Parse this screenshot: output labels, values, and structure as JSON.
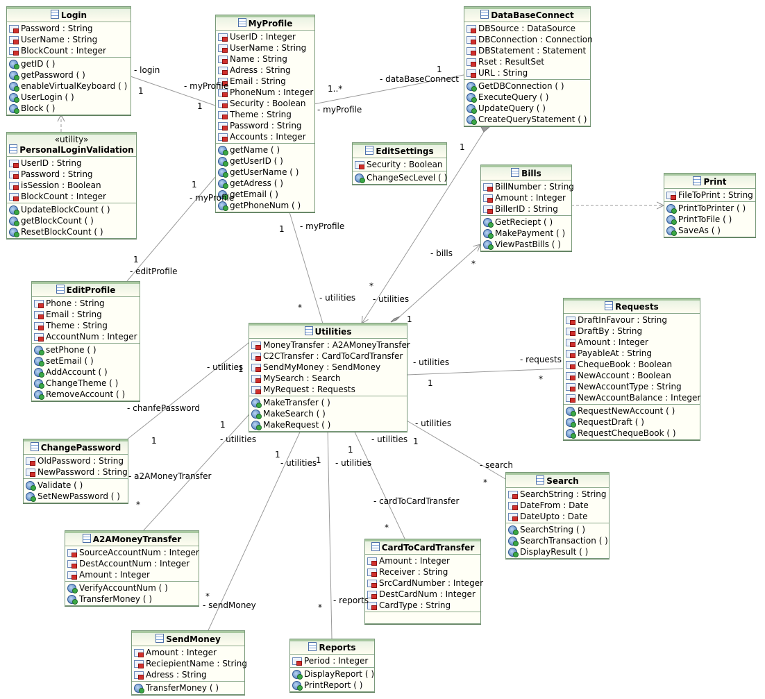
{
  "classes": {
    "login": {
      "name": "Login",
      "attributes": [
        "Password : String",
        "UserName : String",
        "BlockCount : Integer"
      ],
      "operations": [
        "getID ( )",
        "getPassword ( )",
        "enableVirtualKeyboard ( )",
        "UserLogin ( )",
        "Block ( )"
      ]
    },
    "plv": {
      "stereotype": "«utility»",
      "name": "PersonalLoginValidation",
      "attributes": [
        "UserID : String",
        "Password : String",
        "isSession : Boolean",
        "BlockCount : Integer"
      ],
      "operations": [
        "UpdateBlockCount ( )",
        "getBlockCount ( )",
        "ResetBlockCount ( )"
      ]
    },
    "myprofile": {
      "name": "MyProfile",
      "attributes": [
        "UserID : Integer",
        "UserName : String",
        "Name : String",
        "Adress : String",
        "Email : String",
        "PhoneNum : Integer",
        "Security : Boolean",
        "Theme : String",
        "Password : String",
        "Accounts : Integer"
      ],
      "operations": [
        "getName ( )",
        "getUserID ( )",
        "getUserName ( )",
        "getAdress ( )",
        "getEmail ( )",
        "getPhoneNum ( )"
      ]
    },
    "dbconnect": {
      "name": "DataBaseConnect",
      "attributes": [
        "DBSource : DataSource",
        "DBConnection : Connection",
        "DBStatement : Statement",
        "Rset : ResultSet",
        "URL : String"
      ],
      "operations": [
        "GetDBConnection ( )",
        "ExecuteQuery ( )",
        "UpdateQuery ( )",
        "CreateQueryStatement ( )"
      ]
    },
    "editsettings": {
      "name": "EditSettings",
      "attributes": [
        "Security : Boolean"
      ],
      "operations": [
        "ChangeSecLevel ( )"
      ]
    },
    "bills": {
      "name": "Bills",
      "attributes": [
        "BillNumber : String",
        "Amount : Integer",
        "BillerID : String"
      ],
      "operations": [
        "GetReciept ( )",
        "MakePayment ( )",
        "ViewPastBills ( )"
      ]
    },
    "print": {
      "name": "Print",
      "attributes": [
        "FileToPrint : String"
      ],
      "operations": [
        "PrintToPrinter ( )",
        "PrintToFile ( )",
        "SaveAs ( )"
      ]
    },
    "editprofile": {
      "name": "EditProfile",
      "attributes": [
        "Phone : String",
        "Email : String",
        "Theme : String",
        "AccountNum : Integer"
      ],
      "operations": [
        "setPhone ( )",
        "setEmail ( )",
        "AddAccount ( )",
        "ChangeTheme ( )",
        "RemoveAccount ( )"
      ]
    },
    "utilities": {
      "name": "Utilities",
      "attributes": [
        "MoneyTransfer : A2AMoneyTransfer",
        "C2CTransfer : CardToCardTransfer",
        "SendMyMoney : SendMoney",
        "MySearch : Search",
        "MyRequest : Requests"
      ],
      "operations": [
        "MakeTransfer ( )",
        "MakeSearch ( )",
        "MakeRequest ( )"
      ]
    },
    "requests": {
      "name": "Requests",
      "attributes": [
        "DraftInFavour : String",
        "DraftBy : String",
        "Amount : Integer",
        "PayableAt : String",
        "ChequeBook : Boolean",
        "NewAccount : Boolean",
        "NewAccountType : String",
        "NewAccountBalance : Integer"
      ],
      "operations": [
        "RequestNewAccount ( )",
        "RequestDraft ( )",
        "RequestChequeBook ( )"
      ]
    },
    "changepassword": {
      "name": "ChangePassword",
      "attributes": [
        "OldPassword : String",
        "NewPassword : String"
      ],
      "operations": [
        "Validate ( )",
        "SetNewPassword ( )"
      ]
    },
    "a2a": {
      "name": "A2AMoneyTransfer",
      "attributes": [
        "SourceAccountNum : Integer",
        "DestAccountNum : Integer",
        "Amount : Integer"
      ],
      "operations": [
        "VerifyAccountNum ( )",
        "TransferMoney ( )"
      ]
    },
    "search": {
      "name": "Search",
      "attributes": [
        "SearchString : String",
        "DateFrom : Date",
        "DateUpto : Date"
      ],
      "operations": [
        "SearchString ( )",
        "SearchTransaction ( )",
        "DisplayResult ( )"
      ]
    },
    "c2c": {
      "name": "CardToCardTransfer",
      "attributes": [
        "Amount : Integer",
        "Receiver : String",
        "SrcCardNumber : Integer",
        "DestCardNum : Integer",
        "CardType : String"
      ],
      "operations": []
    },
    "sendmoney": {
      "name": "SendMoney",
      "attributes": [
        "Amount : Integer",
        "ReciepientName : String",
        "Adress : String"
      ],
      "operations": [
        "TransferMoney ( )"
      ]
    },
    "reports": {
      "name": "Reports",
      "attributes": [
        "Period : Integer"
      ],
      "operations": [
        "DisplayReport ( )",
        "PrintReport ( )"
      ]
    }
  },
  "labels": [
    "- login",
    "1",
    "- myProfile",
    "1",
    "1",
    "- dataBaseConnect",
    "1..*",
    "- myProfile",
    "1",
    "- myProfile",
    "1",
    "- editProfile",
    "1",
    "- myProfile",
    "*",
    "- utilities",
    "1",
    "*",
    "- utilities",
    "1",
    "- bills",
    "*",
    "- utilities",
    "1",
    "- requests",
    "*",
    "- utilities",
    "1",
    "- chanfePassword",
    "1",
    "1",
    "- utilities",
    "- a2AMoneyTransfer",
    "*",
    "1",
    "- utilities",
    "*",
    "- sendMoney",
    "1",
    "- utilities",
    "- reports",
    "*",
    "1",
    "- utilities",
    "- cardToCardTransfer",
    "*",
    "- utilities",
    "1",
    "- search",
    "*"
  ]
}
